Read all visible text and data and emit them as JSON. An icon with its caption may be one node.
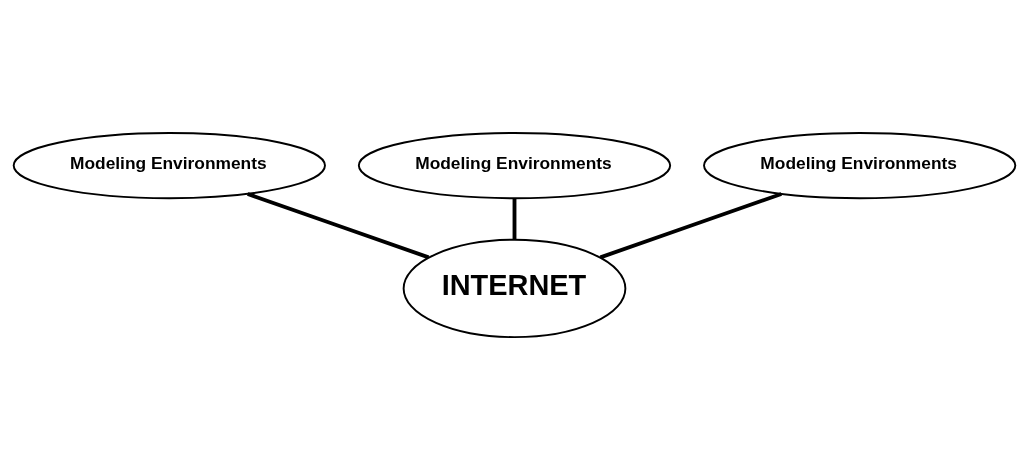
{
  "diagram": {
    "nodes": [
      {
        "text": [
          "Modeling Environments"
        ]
      },
      {
        "text": [
          "Modeling Environments"
        ]
      },
      {
        "text": [
          "Modeling Environments"
        ]
      },
      {
        "text": [
          "INTERNET"
        ]
      }
    ],
    "edges": [
      {
        "from": 0,
        "to": 3,
        "arrow": "none"
      },
      {
        "from": 1,
        "to": 3,
        "arrow": "none"
      },
      {
        "from": 2,
        "to": 3,
        "arrow": "none"
      }
    ]
  }
}
